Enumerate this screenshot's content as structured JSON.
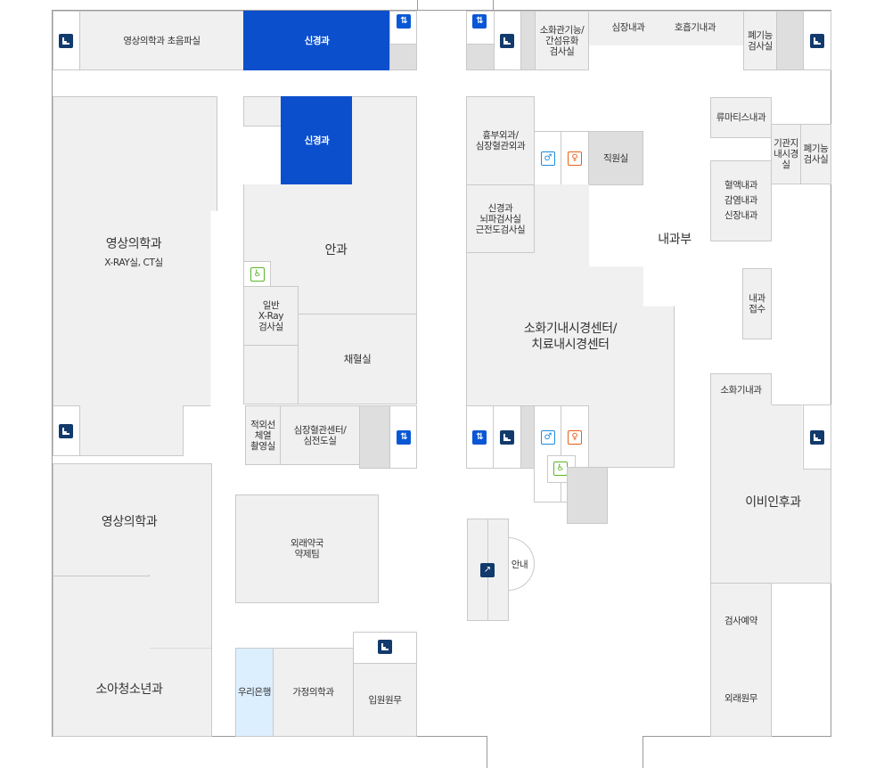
{
  "floor": {
    "imaging_ultrasound": "영상의학과 초음파실",
    "neuro_top": "신경과",
    "neuro_mid": "신경과",
    "gastro_func": "소화관기능/\n간섬유화\n검사실",
    "cardiology": "심장내과",
    "pulmonology": "호흡기내과",
    "pulm_function_top": "폐기능\n검사실",
    "imaging_xray_title": "영상의학과",
    "imaging_xray_sub": "X-RAY실, CT실",
    "thoracic_surgery": "흉부외과/\n심장혈관외과",
    "staff_room": "직원실",
    "rheumatology": "류마티스내과",
    "bronchoscopy": "기관지\n내시경\n실",
    "pulm_function_right": "폐기능\n검사실",
    "ophthalmology": "안과",
    "neuro_tests": "신경과\n뇌파검사실\n근전도검사실",
    "hemato_infect_nephro": "혈액내과\n감염내과\n신장내과",
    "internal_med_dept": "내과부",
    "general_xray": "일반\nX-Ray\n검사실",
    "im_reception": "내과\n접수",
    "endoscopy_center": "소화기내시경센터/\n치료내시경센터",
    "blood_collection": "채혈실",
    "gastroenterology": "소화기내과",
    "thermography": "적외선\n체열\n촬영실",
    "cardio_center": "심장혈관센터/\n심전도실",
    "imaging_bottom": "영상의학과",
    "ent": "이비인후과",
    "pharmacy": "외래약국\n약제팀",
    "information": "안내",
    "test_reservation": "검사예약",
    "pediatrics": "소아청소년과",
    "woori_bank": "우리은행",
    "family_medicine": "가정의학과",
    "admission": "입원원무",
    "outpatient_admin": "외래원무"
  },
  "icons": {
    "stairs": "stairs-icon",
    "elevator": "elevator-icon",
    "restroom_male": "male-restroom-icon",
    "restroom_female": "female-restroom-icon",
    "accessible_restroom": "accessible-restroom-icon",
    "information": "information-desk-icon"
  },
  "colors": {
    "highlight": "#0b4fcd",
    "room": "#f0f0f1",
    "bank": "#dcefff",
    "stairs": "#123a6c",
    "elevator": "#0a57d6",
    "male": "#1c8be0",
    "female": "#ec5e18",
    "accessible": "#5ab52a"
  }
}
